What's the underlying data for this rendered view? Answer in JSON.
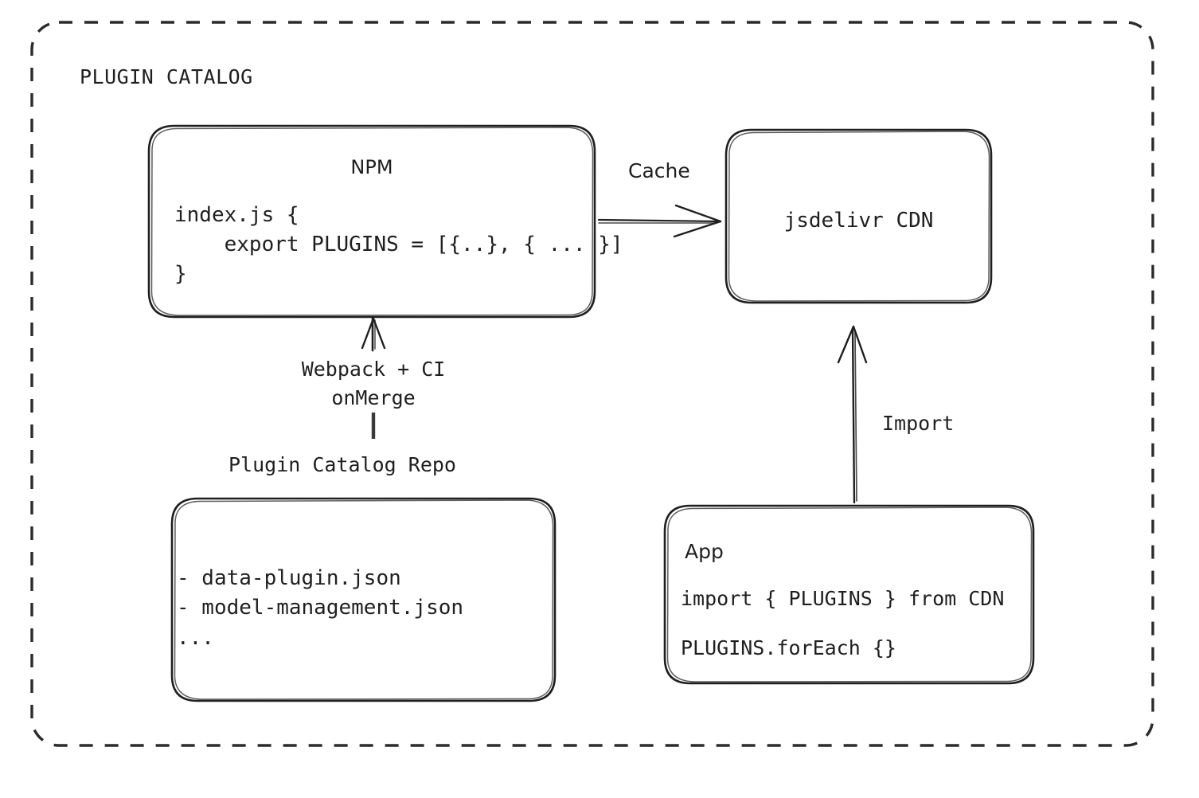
{
  "diagram": {
    "title": "PLUGIN CATALOG",
    "type": "architecture-flow",
    "background_color": "#ffffff",
    "stroke_color": "#1f1f1f",
    "nodes": {
      "npm": {
        "title": "NPM",
        "code": "index.js {\n    export PLUGINS = [{..}, { ... }]\n}"
      },
      "cdn": {
        "title": "jsdelivr CDN"
      },
      "repo": {
        "title": "Plugin Catalog Repo",
        "files": "- data-plugin.json\n- model-management.json\n..."
      },
      "app": {
        "title": "App",
        "code_line_1": "import { PLUGINS } from CDN",
        "code_line_2": "PLUGINS.forEach {}"
      }
    },
    "edges": {
      "cache": {
        "label": "Cache",
        "from": "npm",
        "to": "cdn",
        "direction": "right"
      },
      "build": {
        "label": "Webpack + CI\nonMerge",
        "from": "repo",
        "to": "npm",
        "direction": "up"
      },
      "import": {
        "label": "Import",
        "from": "app",
        "to": "cdn",
        "direction": "up"
      }
    }
  }
}
